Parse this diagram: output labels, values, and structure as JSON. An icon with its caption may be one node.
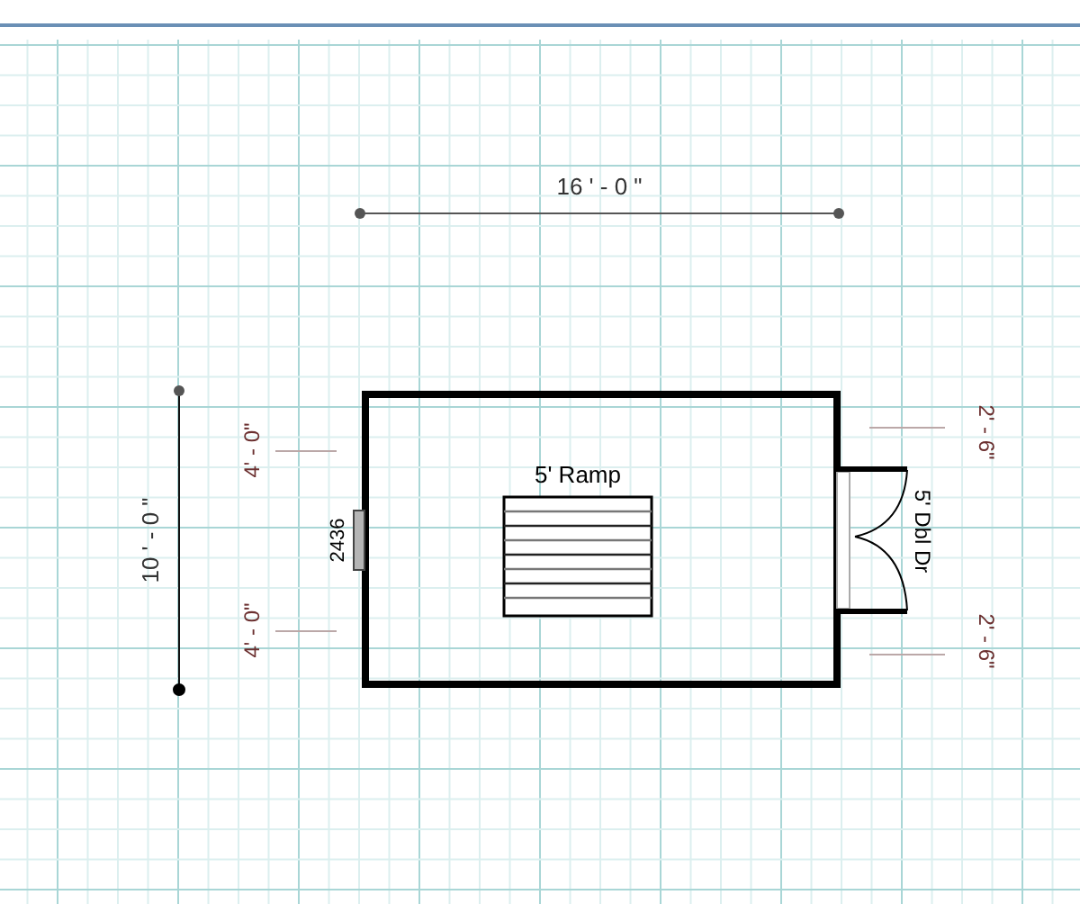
{
  "diagram": {
    "nodes": [
      {
        "text": [],
        "shape": "box"
      },
      {
        "text": [
          "5' Ramp"
        ],
        "in": 0
      },
      {
        "text": [
          "2436"
        ]
      },
      {
        "text": [
          "5' Dbl Dr"
        ]
      }
    ],
    "labels": [
      "16 ' - 0 \"",
      "10 ' - 0 \"",
      "4' - 0\"",
      "4' - 0\"",
      "2' - 6\"",
      "2' - 6\""
    ]
  }
}
